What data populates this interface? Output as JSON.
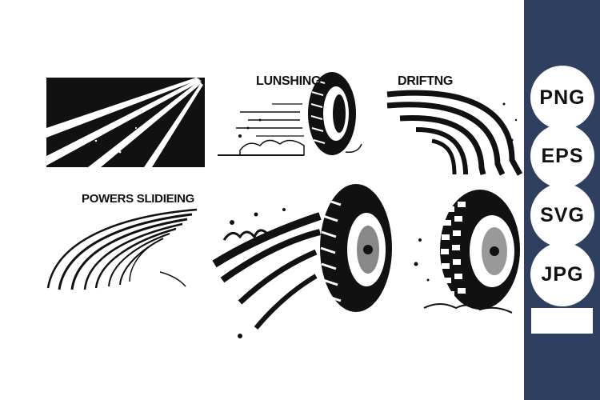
{
  "labels": {
    "launching": "LUNSHING",
    "drifting": "DRIFTNG",
    "powerslide": "POWERS SLIDIEING"
  },
  "formats": [
    "PNG",
    "EPS",
    "SVG",
    "JPG"
  ],
  "colors": {
    "sidebar": "#2f3f60",
    "ink": "#111111",
    "paper": "#ffffff"
  }
}
